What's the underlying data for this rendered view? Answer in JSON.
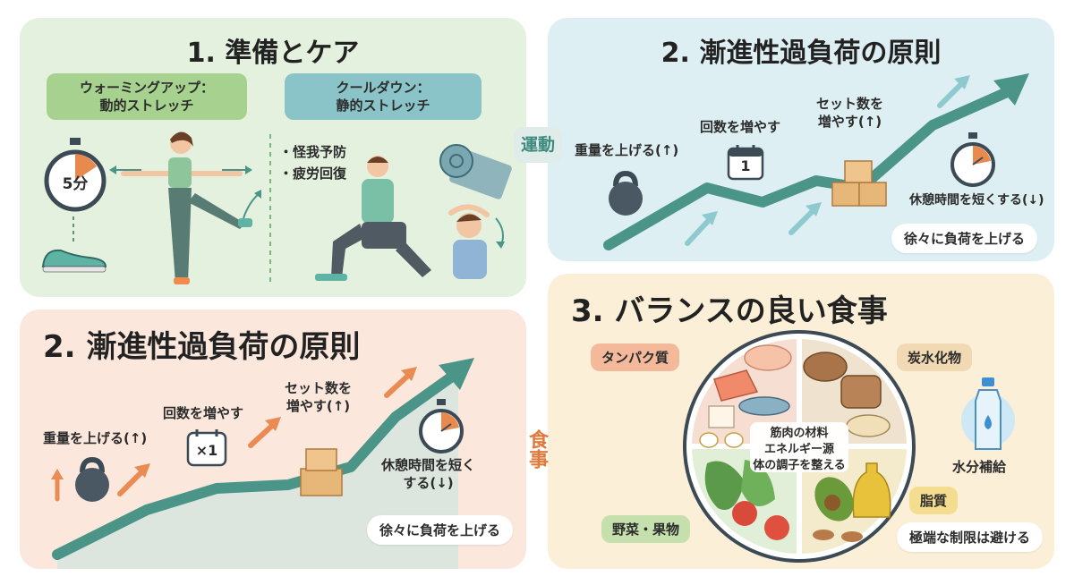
{
  "colors": {
    "teal": "#4a9488",
    "orange": "#e3924f",
    "green": "#7bb67a",
    "panel_green": "#e3f1de",
    "panel_blue": "#ddeff2",
    "panel_peach": "#fbe7dc",
    "panel_cream": "#fbefd8"
  },
  "connectors": {
    "exercise": "運動",
    "diet": "食事"
  },
  "prep": {
    "title": "1. 準備とケア",
    "warmup": "ウォーミングアップ：\n動的ストレッチ",
    "cooldown": "クールダウン：\n静的ストレッチ",
    "timer": "5分",
    "bullets": [
      "・怪我予防",
      "・疲労回復"
    ]
  },
  "overload_top": {
    "title": "2. 漸進性過負荷の原則",
    "weight": "重量を上げる(↑)",
    "reps": "回数を増やす",
    "calendar": "1",
    "sets": "セット数を\n増やす(↑)",
    "rest": "休憩時間を短くする(↓)",
    "pill": "徐々に負荷を上げる"
  },
  "overload_bottom": {
    "title": "2. 漸進性過負荷の原則",
    "weight": "重量を上げる(↑)",
    "reps": "回数を増やす",
    "calendar": "×1",
    "sets": "セット数を\n増やす(↑)",
    "rest": "休憩時間を短く\nする(↓)",
    "pill": "徐々に負荷を上げる"
  },
  "diet": {
    "title": "3. バランスの良い食事",
    "protein": "タンパク質",
    "carbs": "炭水化物",
    "veg": "野菜・果物",
    "fat": "脂質",
    "center": [
      "筋肉の材料",
      "エネルギー源",
      "体の調子を整える"
    ],
    "water": "水分補給",
    "pill": "極端な制限は避ける"
  }
}
